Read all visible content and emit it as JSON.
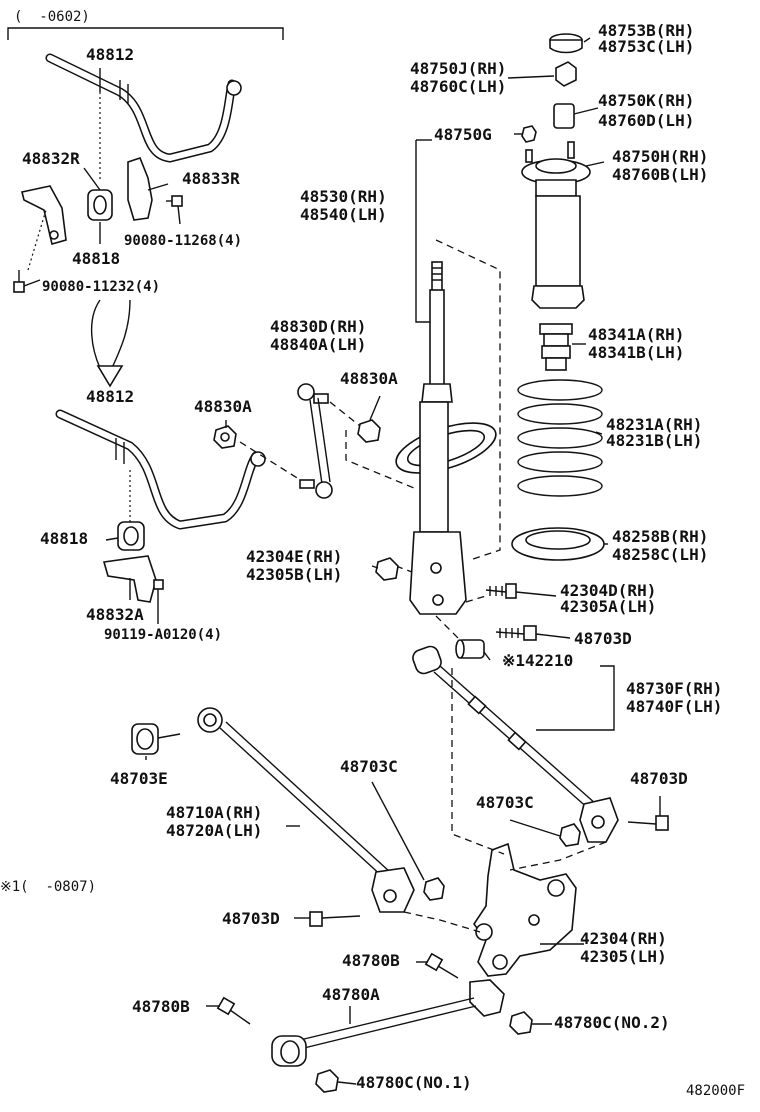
{
  "header": {
    "range": "(  -0602)"
  },
  "footnote": "※1(  -0807)",
  "figure_code": "482000F",
  "labels": {
    "a48812_top": "48812",
    "a48832R": "48832R",
    "a48833R": "48833R",
    "a48818_top": "48818",
    "a90080_11268": "90080-11268(4)",
    "a90080_11232": "90080-11232(4)",
    "a48812_bot": "48812",
    "a48818_bot": "48818",
    "a48832A": "48832A",
    "a90119": "90119-A0120(4)",
    "a48830A_left": "48830A",
    "a48830D": "48830D(RH)",
    "a48840A": "48840A(LH)",
    "a48830A_right": "48830A",
    "a48753B": "48753B(RH)",
    "a48753C": "48753C(LH)",
    "a48750J": "48750J(RH)",
    "a48760C": "48760C(LH)",
    "a48750K": "48750K(RH)",
    "a48760D": "48760D(LH)",
    "a48750G": "48750G",
    "a48750H": "48750H(RH)",
    "a48760B": "48760B(LH)",
    "a48530": "48530(RH)",
    "a48540": "48540(LH)",
    "a48341A": "48341A(RH)",
    "a48341B": "48341B(LH)",
    "a48231A": "48231A(RH)",
    "a48231B": "48231B(LH)",
    "a48258B": "48258B(RH)",
    "a48258C": "48258C(LH)",
    "a42304E": "42304E(RH)",
    "a42305B": "42305B(LH)",
    "a42304D": "42304D(RH)",
    "a42305A": "42305A(LH)",
    "a48703D_top": "48703D",
    "a142210": "※142210",
    "a48730F": "48730F(RH)",
    "a48740F": "48740F(LH)",
    "a48703E": "48703E",
    "a48703C_mid": "48703C",
    "a48703C_right": "48703C",
    "a48703D_right": "48703D",
    "a48710A": "48710A(RH)",
    "a48720A": "48720A(LH)",
    "a48703D_bot": "48703D",
    "a42304": "42304(RH)",
    "a42305": "42305(LH)",
    "a48780B_mid": "48780B",
    "a48780B_left": "48780B",
    "a48780A": "48780A",
    "a48780C_no2": "48780C(NO.2)",
    "a48780C_no1": "48780C(NO.1)"
  }
}
